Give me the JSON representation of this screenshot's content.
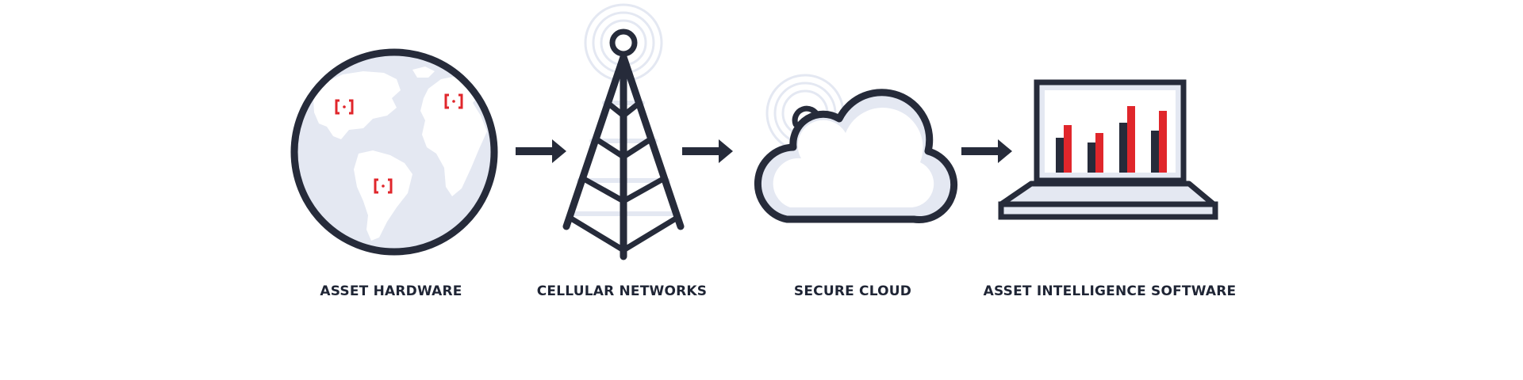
{
  "diagram": {
    "steps": [
      {
        "label": "ASSET HARDWARE",
        "icon": "globe-icon"
      },
      {
        "label": "CELLULAR NETWORKS",
        "icon": "cell-tower-icon"
      },
      {
        "label": "SECURE CLOUD",
        "icon": "cloud-icon"
      },
      {
        "label": "ASSET INTELLIGENCE SOFTWARE",
        "icon": "laptop-chart-icon"
      }
    ],
    "connector_icon": "arrow-right-icon"
  },
  "colors": {
    "outline": "#262b3a",
    "fill_light": "#e4e8f2",
    "accent_red": "#e0262b",
    "background": "#ffffff"
  }
}
